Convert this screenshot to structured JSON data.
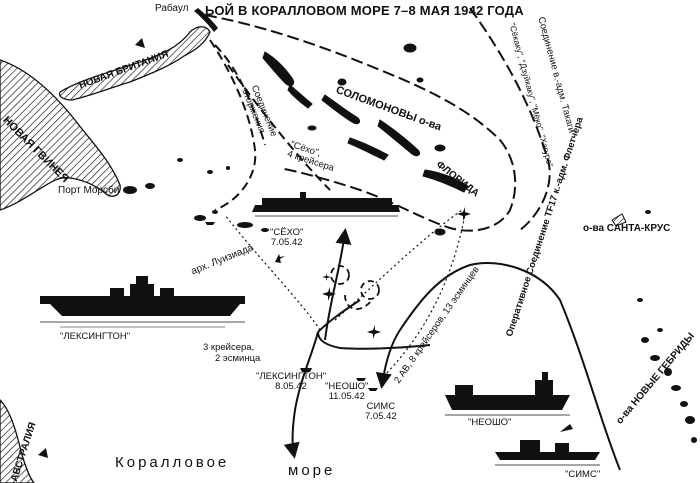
{
  "title": "ЬОЙ В КОРАЛЛОВОМ МОРЕ 7–8 МАЯ 1942 ГОДА",
  "places": {
    "rabaul": "Рабаул",
    "new_britain": "НОВАЯ БРИТАНИЯ",
    "new_guinea": "НОВАЯ ГВИНЕЯ",
    "port_moresby": "Порт Морсби",
    "louisiade": "арх. Луизиада",
    "solomon": "СОЛОМОНОВЫ о-ва",
    "florida": "ФЛОРИДА",
    "santa_cruz": "о-ва САНТА-КРУС",
    "new_hebrides": "о-ва НОВЫЕ ГЕБРИДЫ",
    "australia": "АВСТРАЛИЯ",
    "coral_sea_1": "Коралловое",
    "coral_sea_2": "море"
  },
  "forces": {
    "invasion": [
      "Соединение",
      "вторжения"
    ],
    "takagi": "Соединение в.-адм. Такаги",
    "takagi_ships": "\"Сёкаку\", \"Дзуйкаку\", \"Мёко\", \"Хагуро\"",
    "shoho_group": [
      "\"Сёхо\",",
      "4 крейсера"
    ],
    "tf17": "Оперативное Соединение TF17 к.-адм. Флетчера",
    "tf17_comp": "2 АВ, 8 крейсеров, 13 эсминцев",
    "cruisers_group": [
      "3 крейсера,",
      "2 эсминца"
    ]
  },
  "sinkings": {
    "shoho": [
      "\"СЁХО\"",
      "7.05.42"
    ],
    "lexington": [
      "\"ЛЕКСИНГТОН\"",
      "8.05.42"
    ],
    "neosho": [
      "\"НЕОШО\"",
      "11.05.42"
    ],
    "sims": [
      "СИМС",
      "7.05.42"
    ]
  },
  "ship_captions": {
    "lexington": "\"ЛЕКСИНГТОН\"",
    "neosho": "\"НЕОШО\"",
    "sims": "\"СИМС\""
  }
}
